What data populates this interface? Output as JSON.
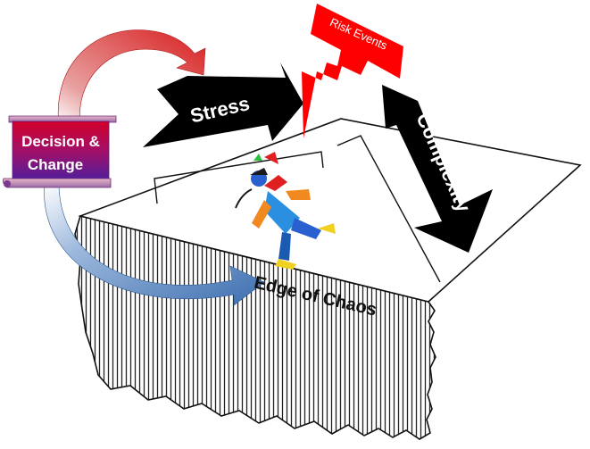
{
  "diagram": {
    "labels": {
      "stress": "Stress",
      "complexity": "Complexity",
      "risk_events": "Risk Events",
      "decision_line1": "Decision &",
      "decision_line2": "Change",
      "edge": "Edge of Chaos"
    },
    "colors": {
      "arrow_fill": "#000000",
      "risk_fill": "#ff0000",
      "curve_red": "#d81e1e",
      "curve_blue": "#3d6fb0",
      "banner_top": "#c8002a",
      "banner_bottom": "#4b1fa0",
      "hatch": "#222222",
      "plateau": "#ffffff"
    },
    "icons": {
      "figure": "falling-person-icon",
      "lightning": "lightning-bolt-icon",
      "scroll": "scroll-banner-icon"
    }
  }
}
